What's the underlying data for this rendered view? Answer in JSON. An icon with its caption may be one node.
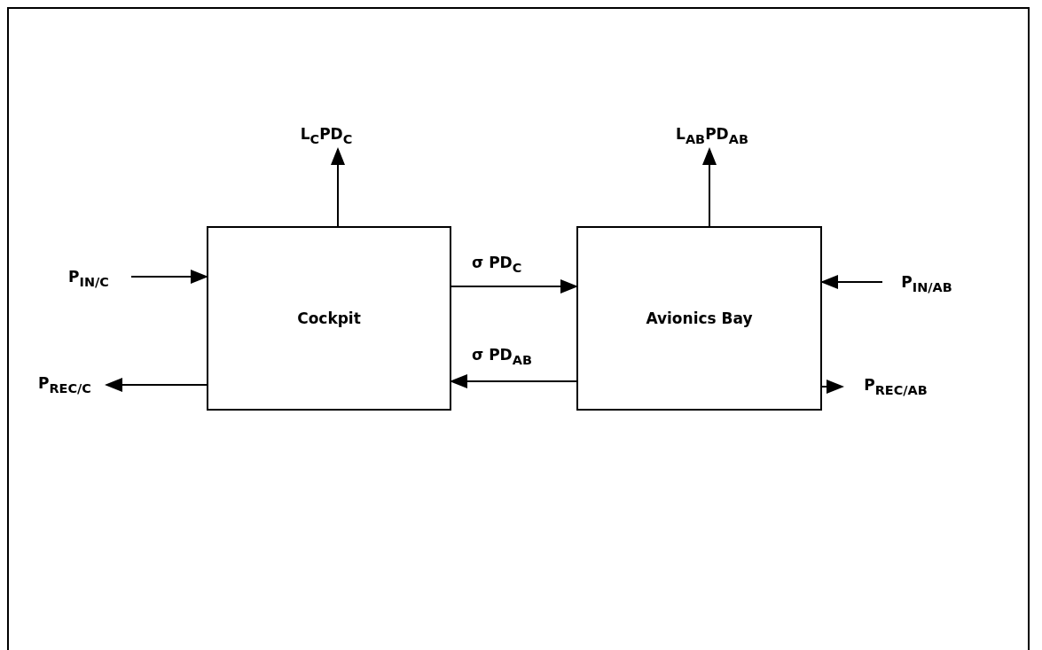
{
  "diagram": {
    "nodes": [
      {
        "text": [
          "Cockpit"
        ]
      },
      {
        "text": [
          "Avionics Bay"
        ]
      },
      {
        "text": [
          "L$_{C}$PD$_{C}$"
        ]
      },
      {
        "text": [
          "L$_{AB}$PD$_{AB}$"
        ]
      },
      {
        "text": [
          "P$_{IN/C}$"
        ]
      },
      {
        "text": [
          "P$_{REC/C}$"
        ]
      },
      {
        "text": [
          "P$_{IN/AB}$"
        ]
      },
      {
        "text": [
          "P$_{REC/AB}$"
        ]
      }
    ],
    "edges": [
      {
        "from": 4,
        "to": 0,
        "arrow": "to"
      },
      {
        "from": 0,
        "to": 5,
        "arrow": "to"
      },
      {
        "from": 0,
        "to": 2,
        "arrow": "to"
      },
      {
        "from": 0,
        "to": 1,
        "arrow": "to",
        "label": "σ PD$_{C}$"
      },
      {
        "from": 1,
        "to": 0,
        "arrow": "to",
        "label": "σ PD$_{AB}$"
      },
      {
        "from": 1,
        "to": 3,
        "arrow": "to"
      },
      {
        "from": 6,
        "to": 1,
        "arrow": "to"
      },
      {
        "from": 1,
        "to": 7,
        "arrow": "to"
      }
    ]
  }
}
